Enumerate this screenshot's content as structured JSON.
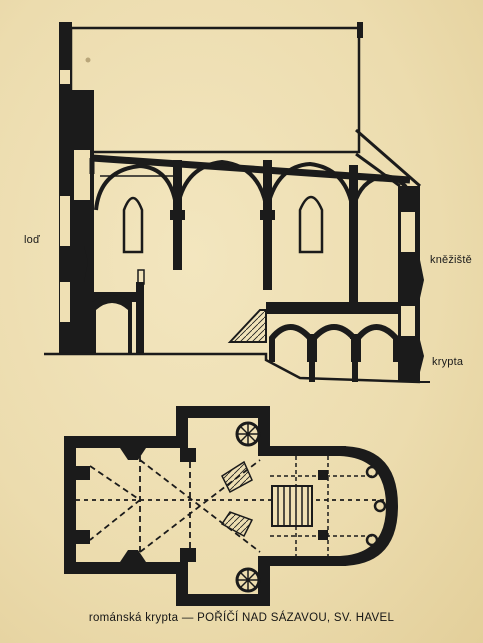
{
  "labels": {
    "nave": "loď",
    "chancel": "kněžiště",
    "crypt": "krypta"
  },
  "caption": "románská krypta — POŘÍČÍ NAD SÁZAVOU, SV. HAVEL",
  "colors": {
    "paper": "#efe0b4",
    "ink": "#1b1b1b"
  }
}
